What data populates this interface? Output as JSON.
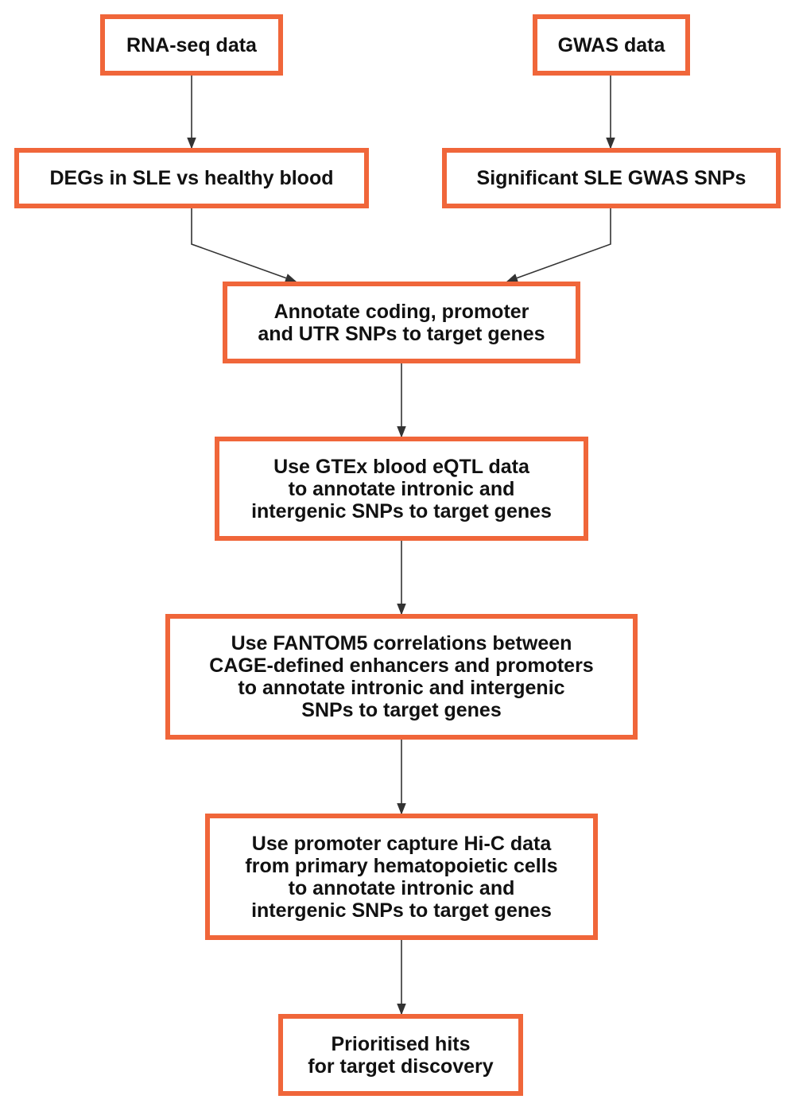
{
  "colors": {
    "box_border": "#f0663a",
    "arrow": "#333333",
    "text": "#111111"
  },
  "nodes": {
    "rnaseq": "RNA-seq data",
    "gwas": "GWAS data",
    "degs": "DEGs in SLE vs healthy blood",
    "sig_snps": "Significant SLE GWAS SNPs",
    "annotate_coding": "Annotate coding, promoter\nand UTR SNPs to target genes",
    "gtex": "Use GTEx blood eQTL data\nto annotate intronic and\nintergenic SNPs to target genes",
    "fantom5": "Use FANTOM5 correlations between\nCAGE-defined enhancers and promoters\nto annotate intronic and intergenic\nSNPs to target genes",
    "hic": "Use promoter capture Hi-C data\nfrom primary hematopoietic cells\nto annotate intronic and\nintergenic SNPs to target genes",
    "prioritised": "Prioritised hits\nfor target discovery"
  }
}
